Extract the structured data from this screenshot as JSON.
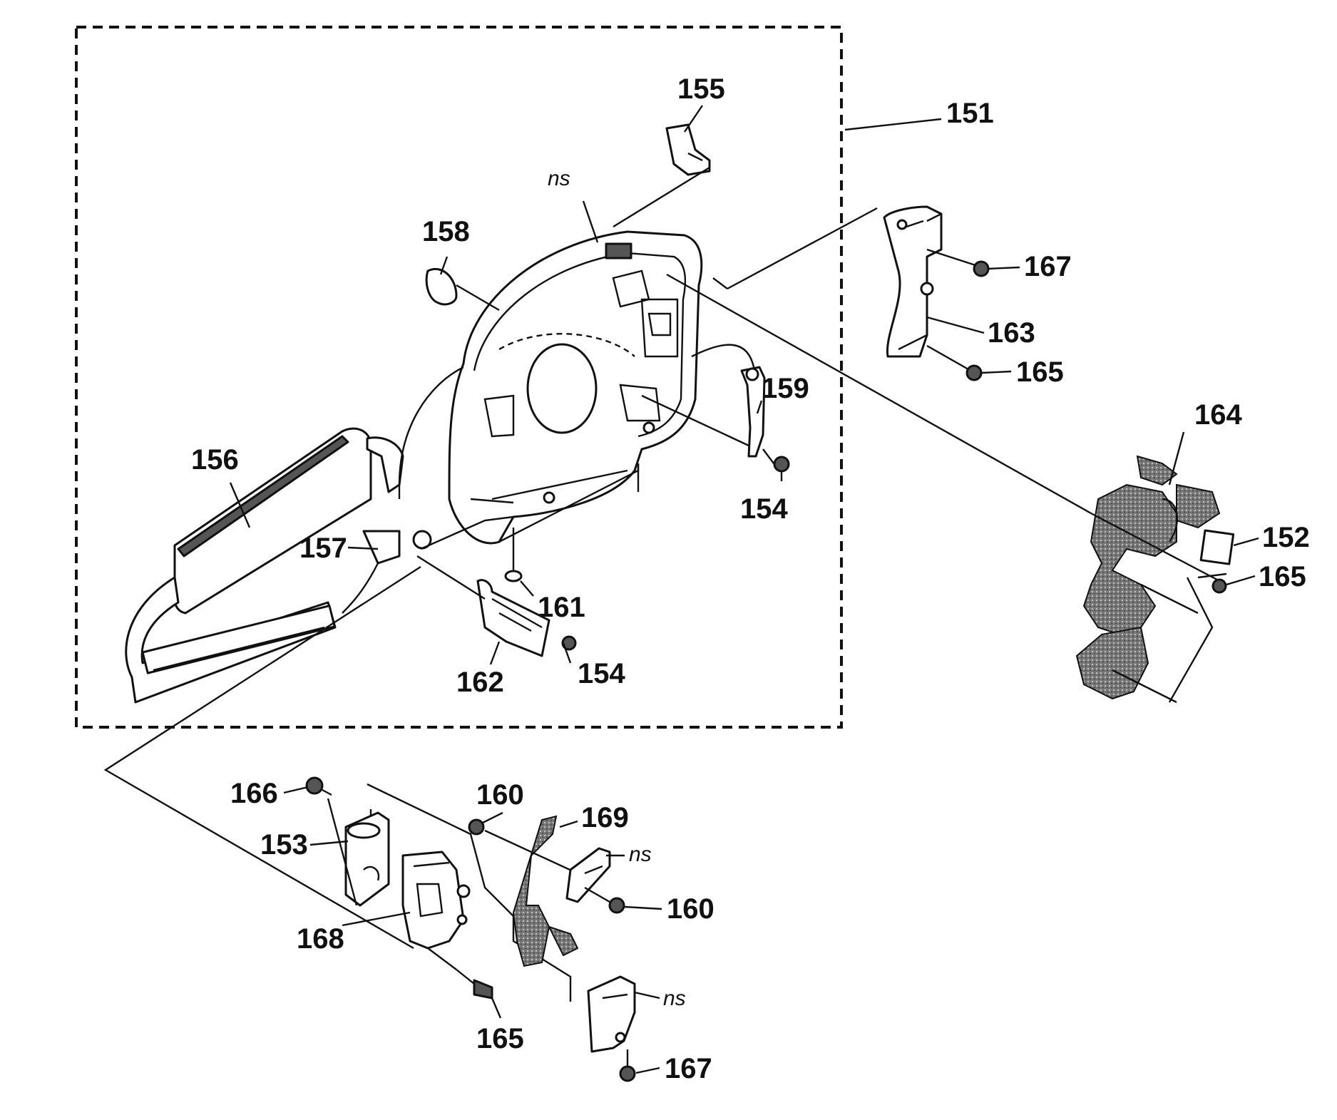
{
  "diagram": {
    "labels": {
      "p151": "151",
      "p152": "152",
      "p153": "153",
      "p154a": "154",
      "p154b": "154",
      "p155": "155",
      "p156": "156",
      "p157": "157",
      "p158": "158",
      "p159": "159",
      "p160a": "160",
      "p160b": "160",
      "p161": "161",
      "p162": "162",
      "p163": "163",
      "p164": "164",
      "p165a": "165",
      "p165b": "165",
      "p165c": "165",
      "p166": "166",
      "p167a": "167",
      "p167b": "167",
      "p168": "168",
      "p169": "169",
      "ns_a": "ns",
      "ns_b": "ns",
      "ns_c": "ns"
    }
  }
}
